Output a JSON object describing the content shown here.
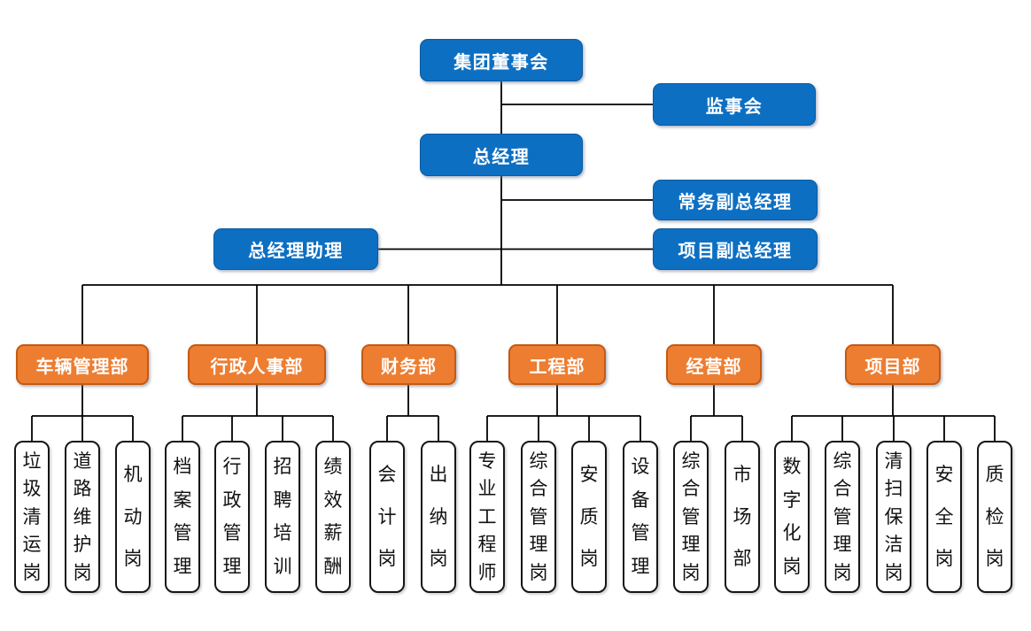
{
  "org": {
    "executives": {
      "board": "集团董事会",
      "supervisory": "监事会",
      "general_manager": "总经理",
      "executive_deputy_gm": "常务副总经理",
      "gm_assistant": "总经理助理",
      "project_deputy_gm": "项目副总经理"
    },
    "departments": [
      {
        "label": "车辆管理部",
        "positions": [
          "垃圾清运岗",
          "道路维护岗",
          "机动岗"
        ]
      },
      {
        "label": "行政人事部",
        "positions": [
          "档案管理",
          "行政管理",
          "招聘培训",
          "绩效薪酬"
        ]
      },
      {
        "label": "财务部",
        "positions": [
          "会计岗",
          "出纳岗"
        ]
      },
      {
        "label": "工程部",
        "positions": [
          "专业工程师",
          "综合管理岗",
          "安质岗",
          "设备管理"
        ]
      },
      {
        "label": "经营部",
        "positions": [
          "综合管理岗",
          "市场部"
        ]
      },
      {
        "label": "项目部",
        "positions": [
          "数字化岗",
          "综合管理岗",
          "清扫保洁岗",
          "安全岗",
          "质检岗"
        ]
      }
    ],
    "colors": {
      "executive_fill": "#0d6fc2",
      "executive_border": "#0a5ba0",
      "department_fill": "#ED7D31",
      "department_border": "#C55A11",
      "position_fill": "#ffffff",
      "position_border": "#161616",
      "connector": "#000000",
      "text_light": "#ffffff",
      "text_dark": "#111111"
    }
  }
}
